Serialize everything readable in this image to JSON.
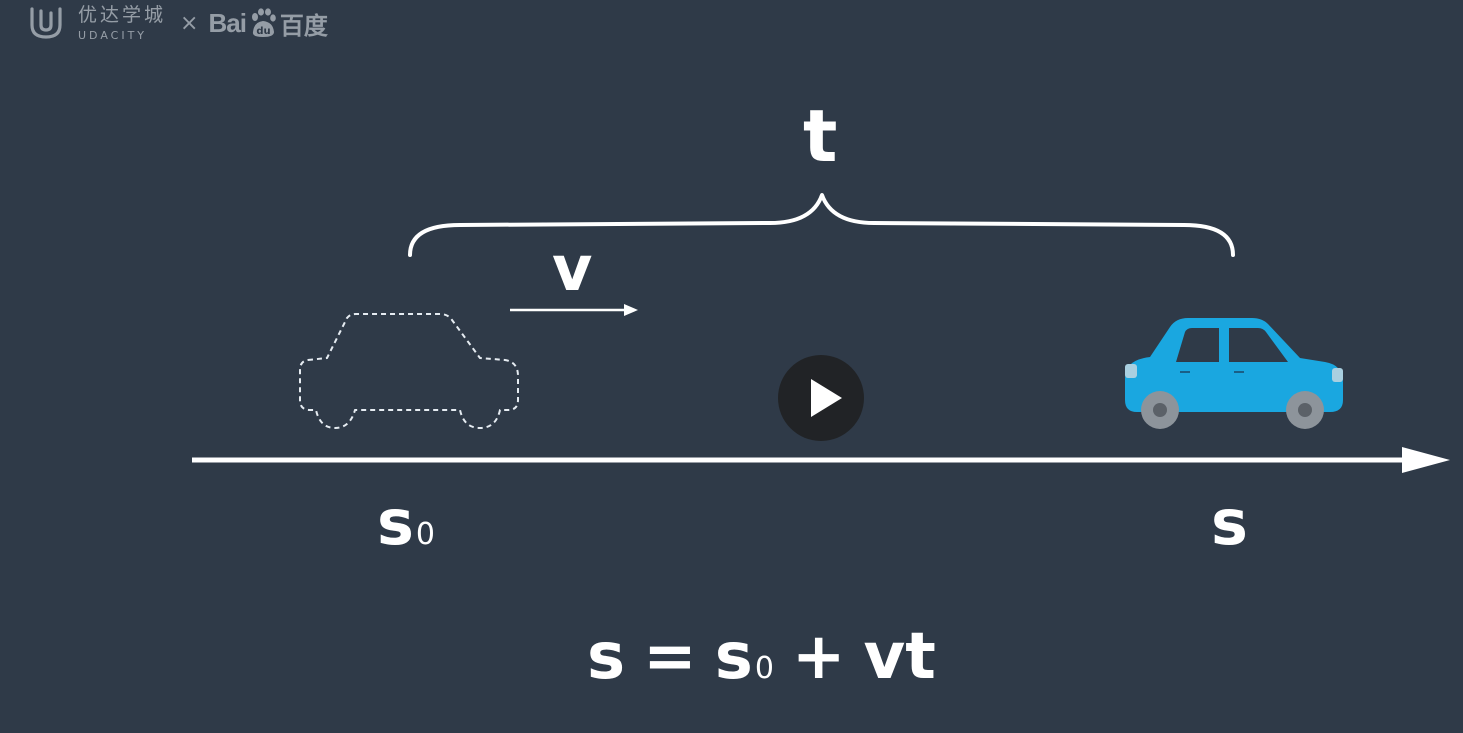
{
  "branding": {
    "udacity_cn": "优达学城",
    "udacity_en": "UDACITY",
    "times": "×",
    "baidu_en": "Bai",
    "baidu_du": "du",
    "baidu_cn": "百度"
  },
  "diagram": {
    "time_label": "t",
    "velocity_label": "v",
    "start_label_main": "s",
    "start_label_sub": "0",
    "end_label": "s"
  },
  "equation": {
    "lhs": "s",
    "equals": "=",
    "s0_main": "s",
    "s0_sub": "0",
    "plus": "+",
    "vt": "vt"
  },
  "player": {
    "play_icon": "play-icon"
  },
  "colors": {
    "background": "#2f3a48",
    "car": "#1aa7e0",
    "wheel": "#8d949b",
    "foreground": "#ffffff"
  }
}
